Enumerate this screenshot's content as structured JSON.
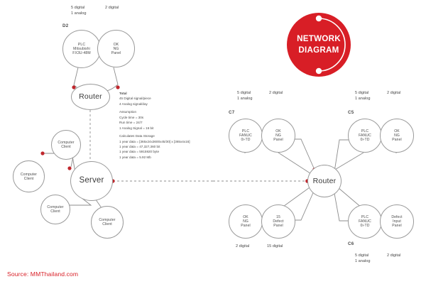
{
  "meta": {
    "source_text": "Source: MMThailand.com",
    "accent_red": "#d81e26",
    "dot_red": "#c0272d",
    "line_gray": "#8d8d8d"
  },
  "badge": {
    "line1": "NETWORK",
    "line2": "DIAGRAM",
    "icon": "badge-circle"
  },
  "left_diagram": {
    "group_id": "D2",
    "top_labels": [
      {
        "text_line1": "5 digital",
        "text_line2": "1 analog"
      },
      {
        "text_line1": "2 digital",
        "text_line2": ""
      }
    ],
    "nodes": [
      {
        "name": "plc-mitsubishi",
        "lines": [
          "PLC",
          "Mitsubishi",
          "FX3U-48M"
        ]
      },
      {
        "name": "ok-ng-panel",
        "lines": [
          "OK",
          "NG",
          "Panel"
        ]
      },
      {
        "name": "router",
        "lines": [
          "Router"
        ]
      },
      {
        "name": "server",
        "lines": [
          "Server"
        ]
      },
      {
        "name": "computer-client-1",
        "lines": [
          "Computer",
          "Client"
        ]
      },
      {
        "name": "computer-client-2",
        "lines": [
          "Computer",
          "Client"
        ]
      },
      {
        "name": "computer-client-3",
        "lines": [
          "Computer",
          "Client"
        ]
      },
      {
        "name": "computer-client-4",
        "lines": [
          "Computer",
          "Client"
        ]
      }
    ]
  },
  "info_block": {
    "total_heading": "Total",
    "total_lines": [
      "45 Digital signal/piece",
      "4 Analog signal/day"
    ],
    "assumption_heading": "Assumption",
    "assumption_lines": [
      "Cycle time = 30s",
      "Run time = 24/7",
      "1 Analog Signal = 16 bit"
    ],
    "calc_heading": "Calculates Data Storage",
    "calc_lines": [
      "1 year data = [365x24x3600x45/30] x [365x4x16]",
      "1 year data = 47,327,360 bit",
      "1 year data = 5915920 byte",
      "1 year data = 5.92 Mb"
    ]
  },
  "right_diagram": {
    "center_node": {
      "name": "router",
      "lines": [
        "Router"
      ]
    },
    "groups": [
      {
        "id": "C7",
        "position": "top-left",
        "labels_top": [
          {
            "text_line1": "5 digital",
            "text_line2": "1 analog"
          },
          {
            "text_line1": "2 digital",
            "text_line2": ""
          }
        ],
        "nodes": [
          {
            "name": "plc-fanuc",
            "lines": [
              "PLC",
              "FANUC",
              "0i-TD"
            ]
          },
          {
            "name": "ok-ng-panel",
            "lines": [
              "OK",
              "NG",
              "Panel"
            ]
          }
        ]
      },
      {
        "id": "C5",
        "position": "top-right",
        "labels_top": [
          {
            "text_line1": "5 digital",
            "text_line2": "1 analog"
          },
          {
            "text_line1": "2 digital",
            "text_line2": ""
          }
        ],
        "nodes": [
          {
            "name": "plc-fanuc",
            "lines": [
              "PLC",
              "FANUC",
              "0i-TD"
            ]
          },
          {
            "name": "ok-ng-panel",
            "lines": [
              "OK",
              "NG",
              "Panel"
            ]
          }
        ]
      },
      {
        "id": "",
        "position": "bottom-left",
        "labels_bottom": [
          {
            "text_line1": "2 digital",
            "text_line2": ""
          },
          {
            "text_line1": "15 digital",
            "text_line2": ""
          }
        ],
        "nodes": [
          {
            "name": "ok-ng-panel",
            "lines": [
              "OK",
              "NG",
              "Panel"
            ]
          },
          {
            "name": "defect-panel",
            "lines": [
              "15",
              "Defect",
              "Panel"
            ]
          }
        ]
      },
      {
        "id": "C6",
        "position": "bottom-right",
        "labels_bottom": [
          {
            "text_line1": "5 digital",
            "text_line2": "1 analog"
          },
          {
            "text_line1": "2 digital",
            "text_line2": ""
          }
        ],
        "nodes": [
          {
            "name": "plc-fanuc",
            "lines": [
              "PLC",
              "FANUC",
              "0i-TD"
            ]
          },
          {
            "name": "defect-input-panel",
            "lines": [
              "Defect",
              "Input",
              "Panel"
            ]
          }
        ]
      }
    ]
  }
}
